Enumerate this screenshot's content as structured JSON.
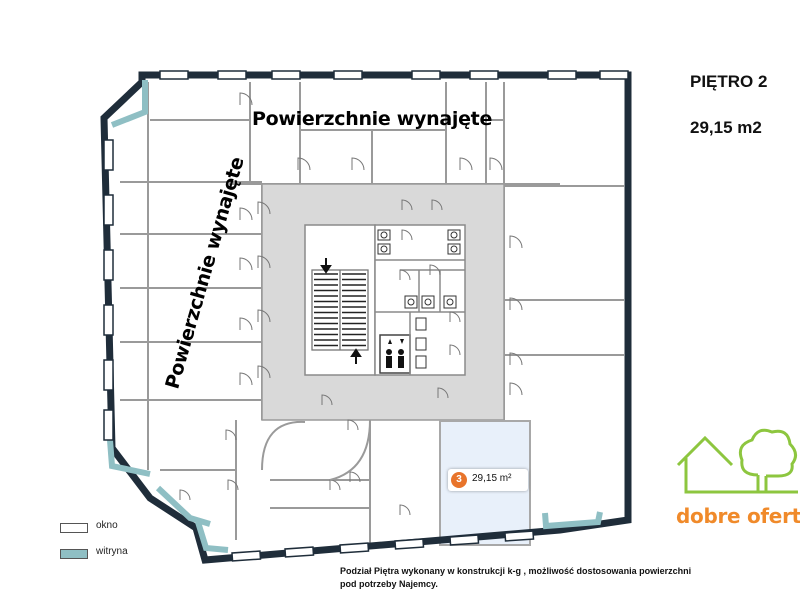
{
  "header": {
    "floor_title": "PIĘTRO 2",
    "floor_area": "29,15 m2"
  },
  "plan": {
    "rented_label_top": "Powierzchnie wynajęte",
    "rented_label_left": "Powierzchnie wynajęte",
    "unit": {
      "number": "3",
      "area": "29,15 m²",
      "highlight_color": "#e8f0fa",
      "badge_color": "#e8742b"
    },
    "core_color": "#d9d9d9",
    "wall_color": "#1f2d3a",
    "storefront_color": "#8fbfc4"
  },
  "legend": {
    "items": [
      {
        "label": "okno",
        "color": "#ffffff"
      },
      {
        "label": "witryna",
        "color": "#8fbfc4"
      }
    ]
  },
  "note": {
    "line1": "Podział Piętra wykonany w konstrukcji k-g , możliwość dostosowania powierzchni",
    "line2": "pod potrzeby Najemcy."
  },
  "logo": {
    "text": "dobre oferty",
    "house_color": "#8dc63f",
    "text_color": "#f08a2a"
  }
}
